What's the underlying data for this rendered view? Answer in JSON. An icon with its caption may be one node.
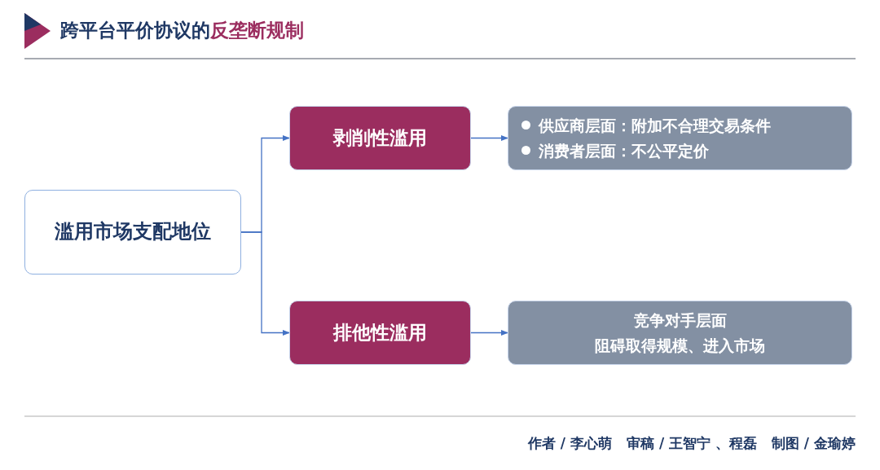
{
  "diagram": {
    "title": "跨平台平价协议的**反垄断规制**",
    "nodes": [
      {
        "text": [
          "滥用市场支配地位"
        ]
      },
      {
        "text": [
          "剥削性滥用"
        ]
      },
      {
        "text": [
          "供应商层面：附加不合理交易条件",
          "消费者层面：不公平定价"
        ]
      },
      {
        "text": [
          "排他性滥用"
        ]
      },
      {
        "text": [
          "竞争对手层面",
          "阻碍取得规模、进入市场"
        ]
      }
    ],
    "edges": [
      {
        "from": 0,
        "to": 1,
        "arrow": "to"
      },
      {
        "from": 0,
        "to": 3,
        "arrow": "to"
      },
      {
        "from": 1,
        "to": 2,
        "arrow": "to"
      },
      {
        "from": 3,
        "to": 4,
        "arrow": "to"
      }
    ],
    "labels": [
      "作者 / 李心萌",
      "审稿 / 王智宁 、程磊",
      "制图 / 金瑜婷"
    ]
  }
}
